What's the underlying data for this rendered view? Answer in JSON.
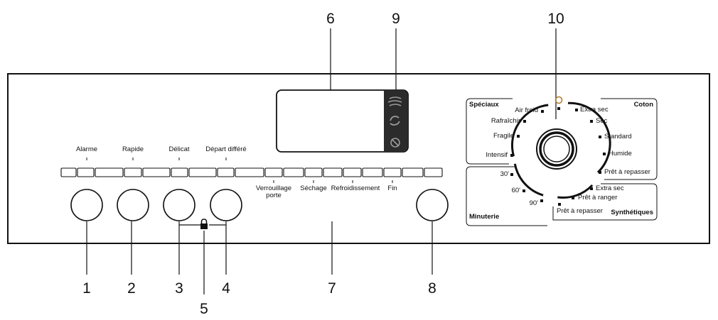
{
  "callouts": [
    "1",
    "2",
    "3",
    "4",
    "5",
    "6",
    "7",
    "8",
    "9",
    "10"
  ],
  "button_labels": {
    "alarm": "Alarme",
    "quick": "Rapide",
    "delicate": "Délicat",
    "delay_start": "Départ différé"
  },
  "indicators": {
    "door_lock_line1": "Verrouillage",
    "door_lock_line2": "porte",
    "drying": "Séchage",
    "cooling": "Refroidissement",
    "end": "Fin"
  },
  "dial": {
    "special_title": "Spéciaux",
    "special_options": [
      "Air froid",
      "Rafraîchir",
      "Fragile",
      "Intensif"
    ],
    "cotton_title": "Coton",
    "cotton_options": [
      "Extra sec",
      "Sec",
      "Standard",
      "Humide",
      "Prêt à repasser"
    ],
    "timer_title": "Minuterie",
    "timer_options": [
      "30'",
      "60'",
      "90'"
    ],
    "synthetic_title": "Synthétiques",
    "synthetic_options": [
      "Extra sec",
      "Prêt à ranger",
      "Prêt à repasser"
    ]
  },
  "display_icons": [
    "dry-stream-icon",
    "refresh-icon",
    "no-dry-icon"
  ],
  "colors": {
    "line": "#111111",
    "panel_bg": "#ffffff",
    "display_strip": "#2b2b2b",
    "ring": "#1c1c1c"
  }
}
